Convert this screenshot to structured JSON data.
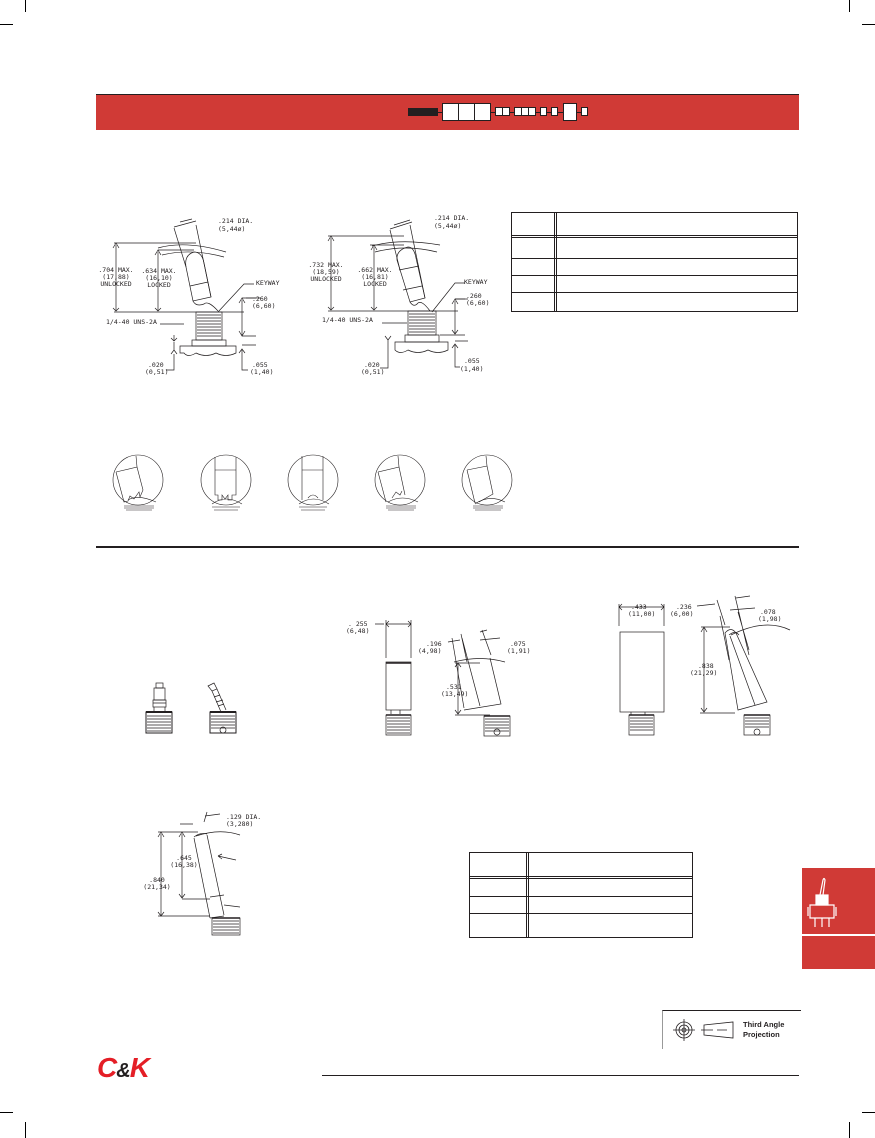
{
  "page": {
    "header_banner": {
      "color": "#d03a36",
      "part_number_diagram": {
        "description": "part number build-up boxes",
        "prefix_block": "filled",
        "box_groups": [
          3,
          2,
          3,
          1,
          1,
          1,
          1
        ]
      }
    },
    "drawing_1": {
      "dia": ".214 DIA.",
      "dia_mm": "(5,44ø)",
      "unlocked_in": ".704 MAX.",
      "unlocked_mm": "(17,88)",
      "unlocked_label": "UNLOCKED",
      "locked_in": ".634 MAX.",
      "locked_mm": "(16,10)",
      "locked_label": "LOCKED",
      "keyway": "KEYWAY",
      "thread": "1/4-40 UNS-2A",
      "bushing_in": ".260",
      "bushing_mm": "(6,60)",
      "gap_in": ".020",
      "gap_mm": "(0,51)",
      "base_in": ".055",
      "base_mm": "(1,40)"
    },
    "drawing_2": {
      "dia": ".214 DIA.",
      "dia_mm": "(5,44ø)",
      "unlocked_in": ".732 MAX.",
      "unlocked_mm": "(18,59)",
      "unlocked_label": "UNLOCKED",
      "locked_in": ".662 MAX.",
      "locked_mm": "(16,81)",
      "locked_label": "LOCKED",
      "keyway": "KEYWAY",
      "thread": "1/4-40 UNS-2A",
      "bushing_in": ".260",
      "bushing_mm": "(6,60)",
      "gap_in": ".020",
      "gap_mm": "(0,51)",
      "base_in": ".055",
      "base_mm": "(1,40)"
    },
    "table_1": {
      "rows": 5,
      "cells": []
    },
    "position_circles": {
      "count": 5,
      "orientations": [
        "tilted-left",
        "straight",
        "straight",
        "tilted-left",
        "tilted-left"
      ]
    },
    "actuator_small": {
      "label": ""
    },
    "actuator_medium": {
      "width_in": ". 255",
      "width_mm": "(6,48)",
      "tip_in": ".196",
      "tip_mm": "(4,98)",
      "tip2_in": ".075",
      "tip2_mm": "(1,91)",
      "height_in": ".531",
      "height_mm": "(13,49)"
    },
    "actuator_large": {
      "width_in": ".433",
      "width_mm": "(11,00)",
      "tip_in": ".236",
      "tip_mm": "(6,00)",
      "tip2_in": ".078",
      "tip2_mm": "(1,98)",
      "height_in": ".838",
      "height_mm": "(21,29)"
    },
    "actuator_long": {
      "dia": ".129 DIA.",
      "dia_mm": "(3,280)",
      "inner_in": ".645",
      "inner_mm": "(16,38)",
      "total_in": ".840",
      "total_mm": "(21,34)"
    },
    "table_2": {
      "rows": 4,
      "cells": []
    },
    "side_tab": {
      "icon": "toggle-switch-icon",
      "color": "#d03a36"
    },
    "projection": {
      "label_line1": "Third Angle",
      "label_line2": "Projection"
    },
    "logo": {
      "c": "C",
      "amp": "&",
      "k": "K",
      "color": "#e41e26"
    }
  }
}
